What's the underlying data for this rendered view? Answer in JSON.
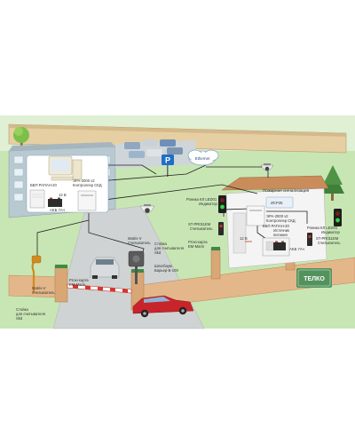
{
  "network": {
    "ethernet": "Ethernet",
    "parking_sign": "P"
  },
  "gate_post": {
    "ups": "ББП РАПАН-20",
    "controller_lines": [
      "ЭРА-2000 v2",
      "Контроллер СКД"
    ],
    "battery_voltage": "12 В",
    "battery": "AKБ 7Ач"
  },
  "parking": {
    "matrix_reader_lines": [
      "Matrix-V",
      "Считыватель"
    ],
    "stand_lines": [
      "Стойка",
      "для считывателя",
      "Skd"
    ],
    "barrier": "Шлагбаум",
    "barrier_lines": [
      "Шлагбаум",
      "Барьер-Б-100"
    ],
    "matrix_reader_left_lines": [
      "Matrix-V",
      "Считыватель"
    ],
    "proxy_card_left_lines": [
      "Proxi-карта",
      "EM-Marin"
    ],
    "stand_left_lines": [
      "Стойка",
      "для считывателя",
      "Skd"
    ]
  },
  "checkpoint": {
    "traffic_light_top_lines": [
      "Роника КЛ LED01",
      "Индикатор"
    ],
    "fire_panel": "Пожарная сигнализация",
    "panel_label": "ИСР25",
    "reader_top_lines": [
      "ST-PR011EM",
      "Считыватель"
    ],
    "controller_lines": [
      "ЭРА-2000 v2",
      "Контроллер СКД"
    ],
    "ups_lines": [
      "ББП РАПАН-20",
      "Источник",
      "питания"
    ],
    "proxy_card_lines": [
      "Proxi-карта",
      "EM-Marin"
    ],
    "battery_voltage": "12 В",
    "battery": "AKБ 7Ач",
    "traffic_light_bottom_lines": [
      "Роника КЛ LED01",
      "Индикатор"
    ],
    "reader_bottom_lines": [
      "ST-PR011EM",
      "Считыватель"
    ]
  },
  "logo": "ТЕЛКО"
}
